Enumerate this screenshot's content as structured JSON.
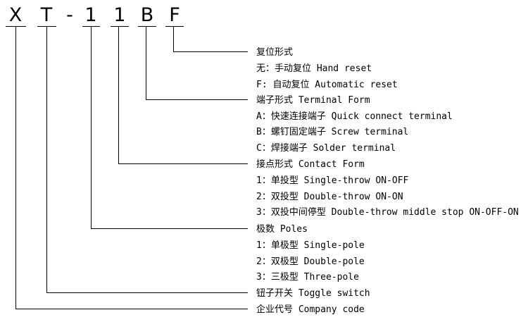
{
  "model_code": {
    "characters": [
      "X",
      "T",
      "-",
      "1",
      "1",
      "B",
      "F"
    ]
  },
  "descriptions": [
    "复位形式",
    "无：手动复位  Hand reset",
    "F: 自动复位 Automatic reset",
    "端子形式  Terminal Form",
    "A：快速连接端子 Quick connect terminal",
    "B：螺钉固定端子 Screw terminal",
    "C：焊接端子  Solder terminal",
    "接点形式  Contact Form",
    "1：单投型 Single-throw ON-OFF",
    "2：双投型  Double-throw ON-ON",
    "3：双投中间停型 Double-throw middle stop ON-OFF-ON",
    "极数  Poles",
    "1：单极型 Single-pole",
    "2：双极型 Double-pole",
    "3：三极型 Three-pole",
    "钮子开关 Toggle switch",
    "企业代号  Company code"
  ]
}
